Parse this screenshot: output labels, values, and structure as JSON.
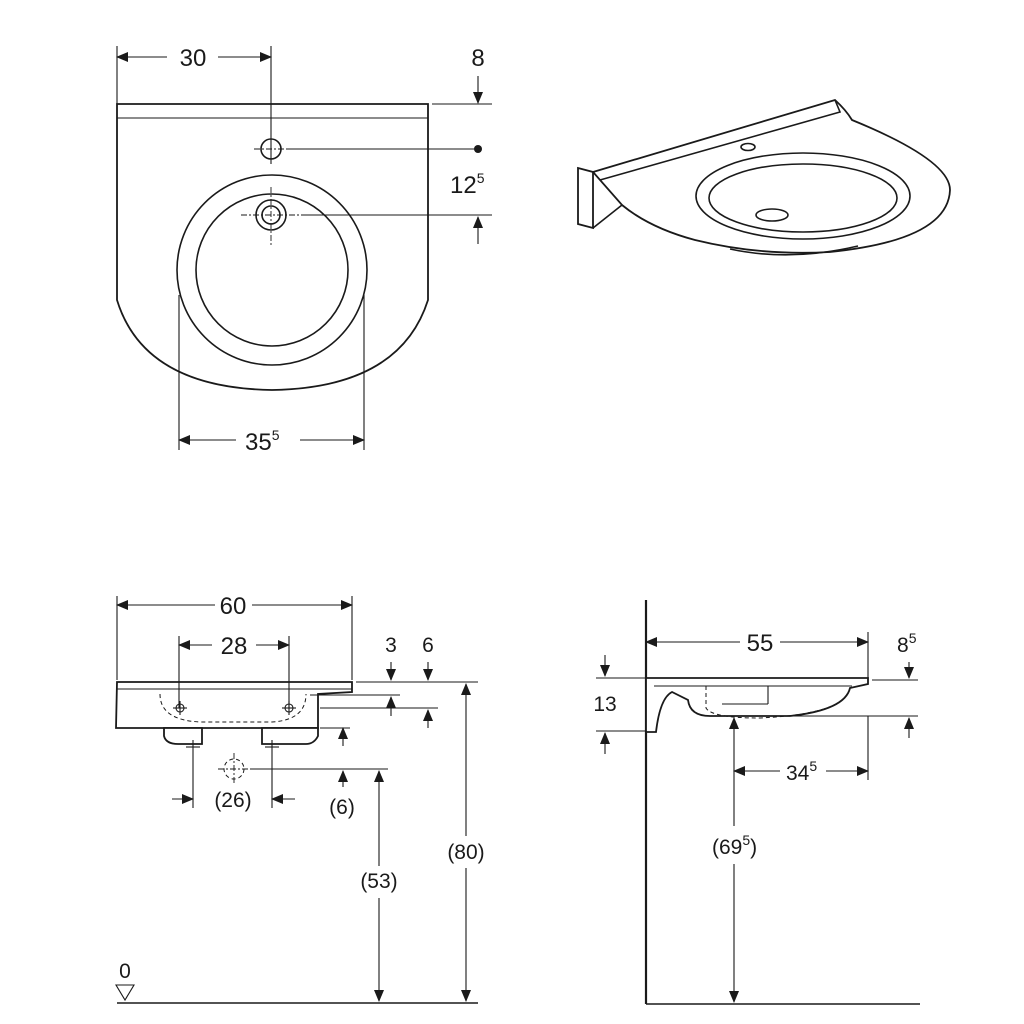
{
  "top_view": {
    "dim_tap_offset": "30",
    "dim_rim_depth": "8",
    "dim_overflow_main": "12",
    "dim_overflow_sup": "5",
    "dim_bowl_main": "35",
    "dim_bowl_sup": "5"
  },
  "front_view": {
    "dim_width": "60",
    "dim_bracket_spacing": "28",
    "dim_rim_3": "3",
    "dim_rim_6": "6",
    "dim_supply_spacing": "(26)",
    "dim_supply_offset": "(6)",
    "dim_supply_height": "(53)",
    "dim_rim_height": "(80)",
    "floor_label": "0"
  },
  "side_view": {
    "dim_projection": "55",
    "dim_rim_main": "8",
    "dim_rim_sup": "5",
    "dim_bracket_height": "13",
    "dim_waste_main": "34",
    "dim_waste_sup": "5",
    "dim_waste_height_main": "(69",
    "dim_waste_height_sup": "5",
    "dim_waste_height_close": ")"
  }
}
